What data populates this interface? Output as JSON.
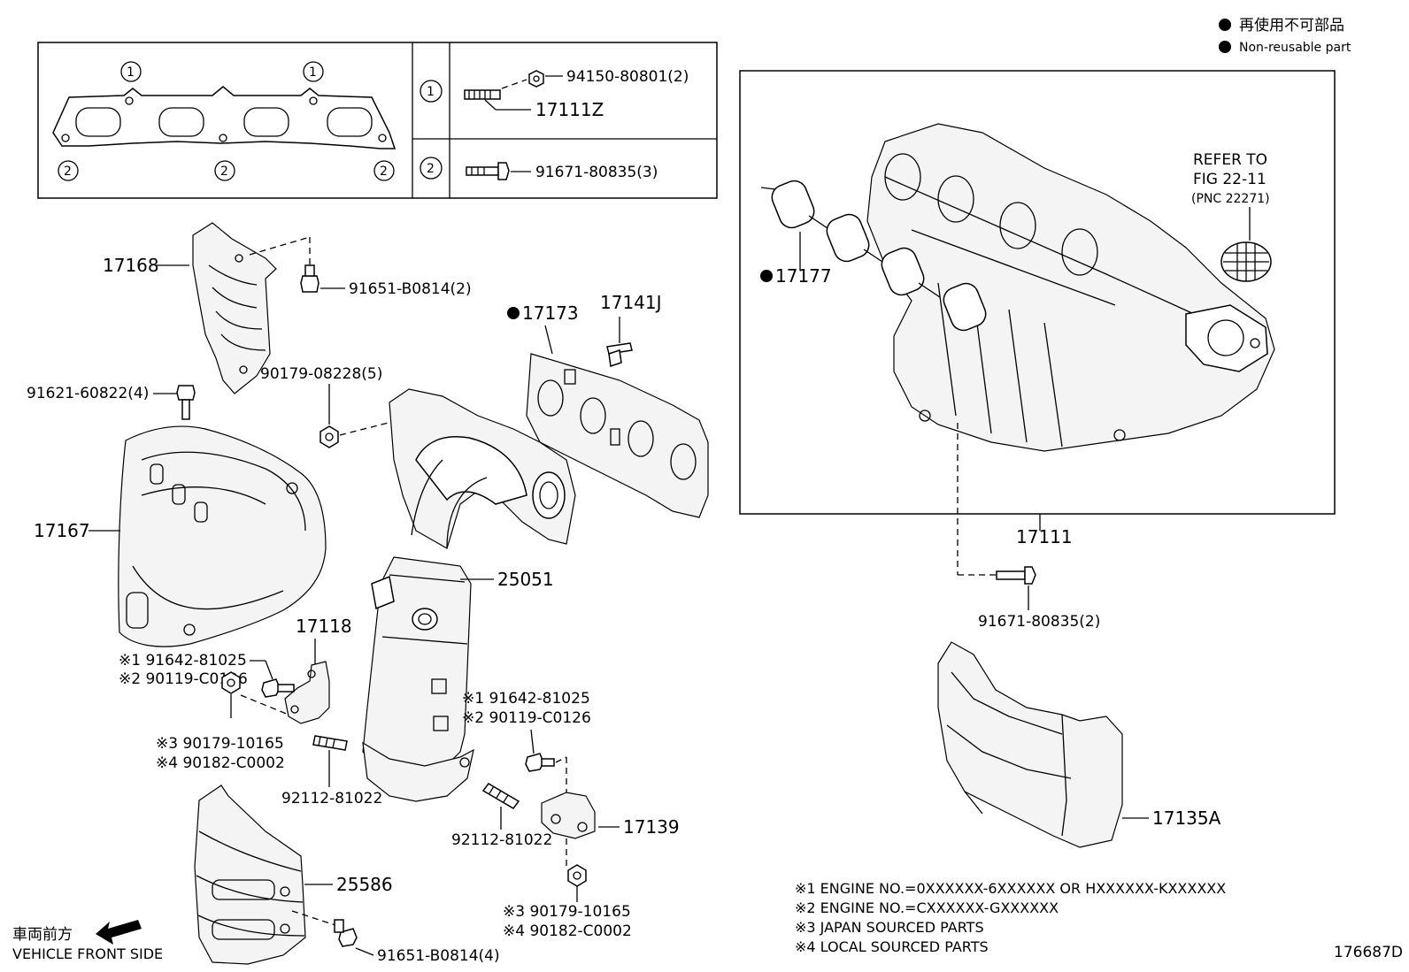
{
  "legend": {
    "jp": "再使用不可部品",
    "en": "Non-reusable part"
  },
  "gasket_table": {
    "row1": {
      "num": "1",
      "part_a": "94150-80801(2)",
      "part_b": "17111Z"
    },
    "row2": {
      "num": "2",
      "part_a": "91671-80835(3)"
    }
  },
  "callouts": {
    "c17168": "17168",
    "c91651_top": "91651-B0814(2)",
    "c17173": "17173",
    "c17141j": "17141J",
    "c90179_08228": "90179-08228(5)",
    "c91621": "91621-60822(4)",
    "c17167": "17167",
    "c25051": "25051",
    "c17118": "17118",
    "c91642_left": "※1 91642-81025",
    "c90119_left": "※2 90119-C0126",
    "c90179_left": "※3 90179-10165",
    "c90182_left": "※4 90182-C0002",
    "c92112_left": "92112-81022",
    "c91642_mid": "※1 91642-81025",
    "c90119_mid": "※2 90119-C0126",
    "c92112_mid": "92112-81022",
    "c17139": "17139",
    "c90179_mid": "※3 90179-10165",
    "c90182_mid": "※4 90182-C0002",
    "c25586": "25586",
    "c91651_bot": "91651-B0814(4)",
    "c17177": "17177",
    "c17111": "17111",
    "c91671_bot": "91671-80835(2)",
    "c17135a": "17135A",
    "refer1": "REFER TO",
    "refer2": "FIG 22-11",
    "refer3": "(PNC 22271)"
  },
  "notes": [
    "※1 ENGINE NO.=0XXXXXX-6XXXXXX OR HXXXXXX-KXXXXXX",
    "※2 ENGINE NO.=CXXXXXX-GXXXXXX",
    "※3 JAPAN SOURCED PARTS",
    "※4 LOCAL SOURCED PARTS"
  ],
  "front": {
    "jp": "車両前方",
    "en": "VEHICLE FRONT SIDE"
  },
  "diagram_id": "176687D"
}
